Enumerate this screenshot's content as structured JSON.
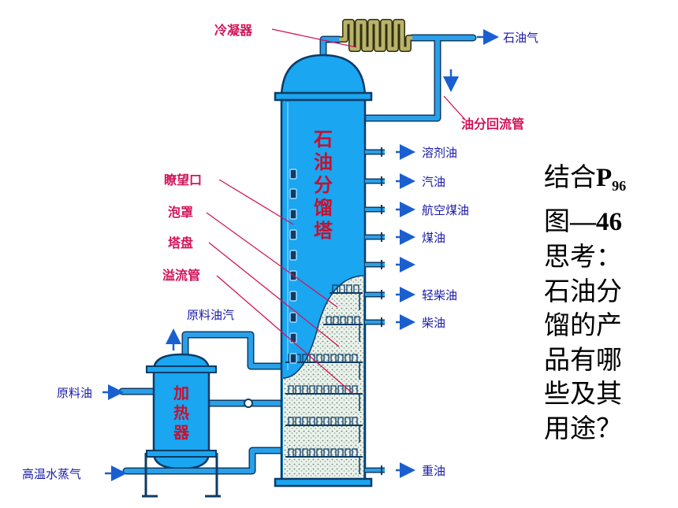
{
  "labels": {
    "condenser": "冷凝器",
    "petroleum_gas": "石油气",
    "reflux_pipe": "油分回流管",
    "tower_title": [
      "石",
      "油",
      "分",
      "馏",
      "塔"
    ],
    "sight_window": "瞭望口",
    "bubble_cap": "泡罩",
    "tray": "塔盘",
    "overflow_pipe": "溢流管",
    "feed_vapor": "原料油汽",
    "heater": [
      "加",
      "热",
      "器"
    ],
    "crude_oil": "原料油",
    "steam": "高温水蒸气"
  },
  "products": [
    {
      "name": "溶剂油"
    },
    {
      "name": "汽油"
    },
    {
      "name": "航空煤油"
    },
    {
      "name": "煤油"
    },
    {
      "name": ""
    },
    {
      "name": "轻柴油"
    },
    {
      "name": "柴油"
    },
    {
      "name": "重油"
    }
  ],
  "question": {
    "line1_pre": "结合",
    "line1_ref": "P",
    "line1_sub": "96",
    "line2_pre": "图",
    "line2_ref": "—46",
    "line3": "思考：",
    "line4": "石油分",
    "line5": "馏的产",
    "line6": "品有哪",
    "line7": "些及其",
    "line8": "用途？"
  },
  "colors": {
    "tower_blue": "#1aa6f0",
    "pipe_blue": "#2aa0e8",
    "label_blue": "#1a1aa8",
    "label_red": "#d2145a",
    "tower_text_red": "#c8102e"
  }
}
